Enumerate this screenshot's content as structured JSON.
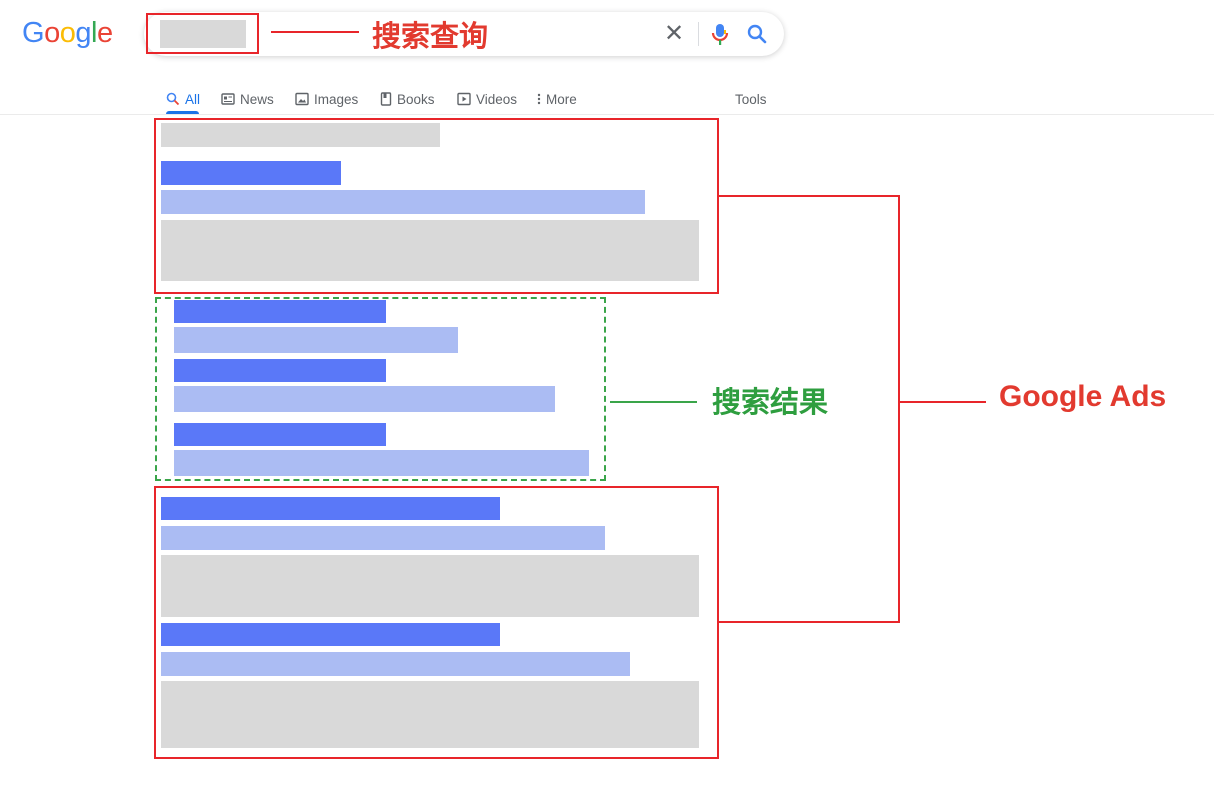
{
  "logo": {
    "letters": [
      "G",
      "o",
      "o",
      "g",
      "l",
      "e"
    ],
    "colors": [
      "#4285f4",
      "#ea4335",
      "#fbbc05",
      "#4285f4",
      "#34a853",
      "#ea4335"
    ]
  },
  "search": {
    "clear_icon": "close-icon",
    "mic_icon": "mic-icon",
    "search_icon": "search-icon"
  },
  "tabs": {
    "items": [
      {
        "label": "All",
        "icon": "search-icon",
        "active": true
      },
      {
        "label": "News",
        "icon": "news-icon"
      },
      {
        "label": "Images",
        "icon": "image-icon"
      },
      {
        "label": "Books",
        "icon": "book-icon"
      },
      {
        "label": "Videos",
        "icon": "play-icon"
      },
      {
        "label": "More",
        "icon": "more-vert-icon"
      }
    ],
    "tools": "Tools"
  },
  "annotations": {
    "query_label": "搜索查询",
    "results_label": "搜索结果",
    "ads_label": "Google Ads"
  },
  "colors": {
    "annotation_red": "#e8252a",
    "annotation_green": "#3aa54a",
    "link_blue": "#5a78f8",
    "url_light_blue": "#abbcf3",
    "placeholder_gray": "#d9d9d9",
    "accent_blue": "#1a73e8"
  }
}
